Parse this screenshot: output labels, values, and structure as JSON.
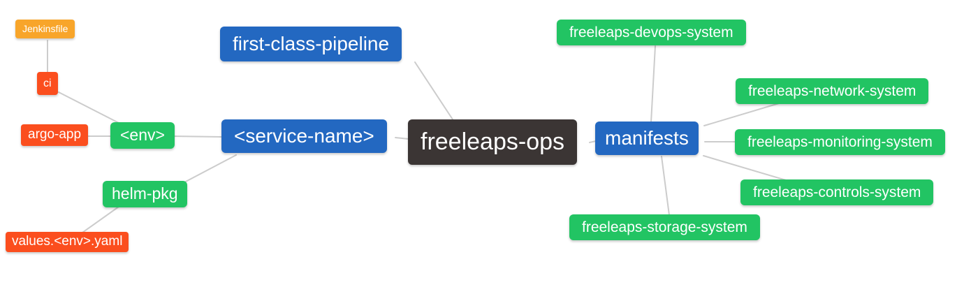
{
  "diagram": {
    "type": "mindmap",
    "root_label": "freeleaps-ops"
  },
  "colors": {
    "root_node": "#3B3534",
    "branch_node": "#2368C1",
    "green_node": "#22C463",
    "orange_node": "#F8A52A",
    "red_node": "#FB4E1E",
    "edge": "#CCCCCC",
    "node_text": "#FFFFFF",
    "background": "#FFFFFF"
  },
  "nodes": {
    "jenkinsfile": {
      "label": "Jenkinsfile",
      "color": "#F8A52A"
    },
    "ci": {
      "label": "ci",
      "color": "#FB4E1E"
    },
    "argo_app": {
      "label": "argo-app",
      "color": "#FB4E1E"
    },
    "env": {
      "label": "<env>",
      "color": "#22C463"
    },
    "helm_pkg": {
      "label": "helm-pkg",
      "color": "#22C463"
    },
    "values_env_yaml": {
      "label": "values.<env>.yaml",
      "color": "#FB4E1E"
    },
    "first_class_pipeline": {
      "label": "first-class-pipeline",
      "color": "#2368C1"
    },
    "service_name": {
      "label": "<service-name>",
      "color": "#2368C1"
    },
    "freeleaps_ops": {
      "label": "freeleaps-ops",
      "color": "#3B3534"
    },
    "manifests": {
      "label": "manifests",
      "color": "#2368C1"
    },
    "devops_system": {
      "label": "freeleaps-devops-system",
      "color": "#22C463"
    },
    "network_system": {
      "label": "freeleaps-network-system",
      "color": "#22C463"
    },
    "monitoring_system": {
      "label": "freeleaps-monitoring-system",
      "color": "#22C463"
    },
    "controls_system": {
      "label": "freeleaps-controls-system",
      "color": "#22C463"
    },
    "storage_system": {
      "label": "freeleaps-storage-system",
      "color": "#22C463"
    }
  },
  "edges": [
    {
      "from": "Jenkinsfile",
      "to": "ci"
    },
    {
      "from": "ci",
      "to": "<env>"
    },
    {
      "from": "argo-app",
      "to": "<env>"
    },
    {
      "from": "<env>",
      "to": "<service-name>"
    },
    {
      "from": "<service-name>",
      "to": "helm-pkg"
    },
    {
      "from": "helm-pkg",
      "to": "values.<env>.yaml"
    },
    {
      "from": "first-class-pipeline",
      "to": "freeleaps-ops"
    },
    {
      "from": "<service-name>",
      "to": "freeleaps-ops"
    },
    {
      "from": "freeleaps-ops",
      "to": "manifests"
    },
    {
      "from": "manifests",
      "to": "freeleaps-devops-system"
    },
    {
      "from": "manifests",
      "to": "freeleaps-network-system"
    },
    {
      "from": "manifests",
      "to": "freeleaps-monitoring-system"
    },
    {
      "from": "manifests",
      "to": "freeleaps-controls-system"
    },
    {
      "from": "manifests",
      "to": "freeleaps-storage-system"
    }
  ]
}
